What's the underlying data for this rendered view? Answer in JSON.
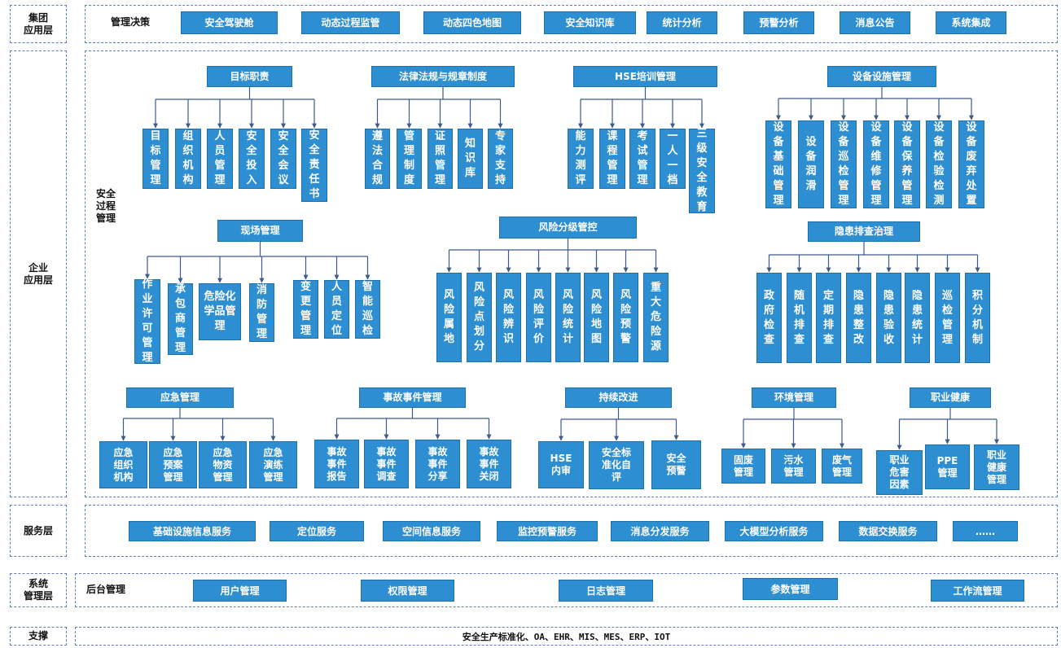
{
  "layers": {
    "group": "集团\n应用层",
    "enterprise": "企业\n应用层",
    "service": "服务层",
    "system": "系统\n管理层",
    "support": "支撑"
  },
  "group_row": {
    "label": "管理决策",
    "items": [
      "安全驾驶舱",
      "动态过程监管",
      "动态四色地图",
      "安全知识库",
      "统计分析",
      "预警分析",
      "消息公告",
      "系统集成"
    ]
  },
  "enterprise": {
    "side_label": "安全\n过程\n管理",
    "modules": [
      {
        "title": "目标职责",
        "children": [
          "目标管理",
          "组织机构",
          "人员管理",
          "安全投入",
          "安全会议",
          "安全责任书"
        ]
      },
      {
        "title": "法律法规与规章制度",
        "children": [
          "遵法合规",
          "管理制度",
          "证照管理",
          "知识库",
          "专家支持"
        ]
      },
      {
        "title": "HSE培训管理",
        "children": [
          "能力测评",
          "课程管理",
          "考试管理",
          "一人一档",
          "三级安全教育"
        ]
      },
      {
        "title": "设备设施管理",
        "children": [
          "设备基础管理",
          "设备润滑",
          "设备巡检管理",
          "设备维修管理",
          "设备保养管理",
          "设备检验检测",
          "设备废弃处置"
        ]
      },
      {
        "title": "现场管理",
        "children": [
          "作业许可管理",
          "承包商管理",
          "危险化学品管理",
          "消防管理",
          "变更管理",
          "人员定位",
          "智能巡检"
        ]
      },
      {
        "title": "风险分级管控",
        "children": [
          "风险属地",
          "风险点划分",
          "风险辨识",
          "风险评价",
          "风险统计",
          "风险地图",
          "风险预警",
          "重大危险源"
        ]
      },
      {
        "title": "隐患排查治理",
        "children": [
          "政府检查",
          "随机排查",
          "定期排查",
          "隐患整改",
          "隐患验收",
          "隐患统计",
          "巡检管理",
          "积分机制"
        ]
      },
      {
        "title": "应急管理",
        "children": [
          "应急\n组织\n机构",
          "应急\n预案\n管理",
          "应急\n物资\n管理",
          "应急\n演练\n管理"
        ]
      },
      {
        "title": "事故事件管理",
        "children": [
          "事故\n事件\n报告",
          "事故\n事件\n调查",
          "事故\n事件\n分享",
          "事故\n事件\n关闭"
        ]
      },
      {
        "title": "持续改进",
        "children": [
          "HSE\n内审",
          "安全标\n准化自\n评",
          "安全\n预警"
        ]
      },
      {
        "title": "环境管理",
        "children": [
          "固废\n管理",
          "污水\n管理",
          "废气\n管理"
        ]
      },
      {
        "title": "职业健康",
        "children": [
          "职业\n危害\n因素",
          "PPE\n管理",
          "职业\n健康\n管理"
        ]
      }
    ]
  },
  "service_row": {
    "items": [
      "基础设施信息服务",
      "定位服务",
      "空间信息服务",
      "监控预警服务",
      "消息分发服务",
      "大模型分析服务",
      "数据交换服务",
      "……"
    ]
  },
  "system_row": {
    "label": "后台管理",
    "items": [
      "用户管理",
      "权限管理",
      "日志管理",
      "参数管理",
      "工作流管理"
    ]
  },
  "support_row": {
    "text": "安全生产标准化、OA、EHR、MIS、MES、ERP、IOT"
  },
  "colors": {
    "box_fill": "#2d8ed2",
    "box_border": "#1f70a8",
    "frame_border": "#5d7fb7",
    "connector": "#3c5a8a"
  }
}
